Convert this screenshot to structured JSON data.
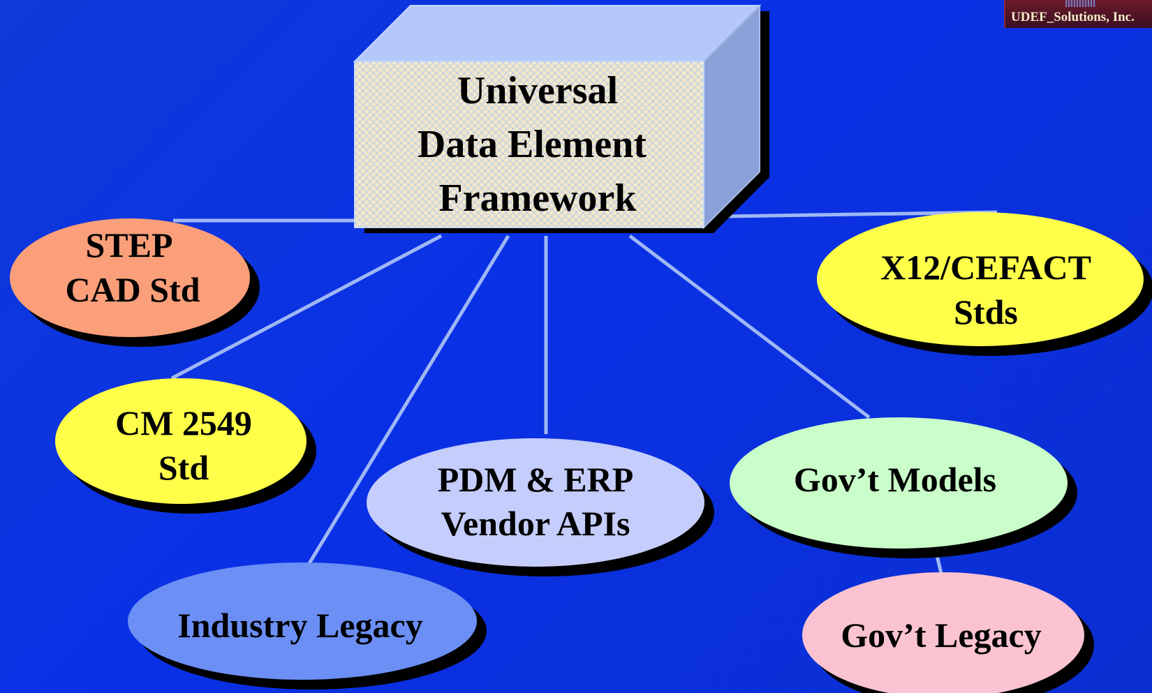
{
  "brand": {
    "label": "UDEF_Solutions, Inc."
  },
  "center": {
    "lines": [
      "Universal",
      "Data Element",
      "Framework"
    ]
  },
  "nodes": [
    {
      "id": "step-cad-std",
      "lines": [
        "STEP",
        "CAD Std"
      ],
      "color": "#fa9f7a"
    },
    {
      "id": "cm-2549-std",
      "lines": [
        "CM 2549",
        "Std"
      ],
      "color": "#ffff4a"
    },
    {
      "id": "industry-legacy",
      "lines": [
        "Industry Legacy"
      ],
      "color": "#6b8ff5"
    },
    {
      "id": "pdm-erp-vendor-apis",
      "lines": [
        "PDM & ERP",
        "Vendor APIs"
      ],
      "color": "#c4cdfb"
    },
    {
      "id": "govt-models",
      "lines": [
        "Gov’t Models"
      ],
      "color": "#c9fdc9"
    },
    {
      "id": "x12-cefact-stds",
      "lines": [
        "X12/CEFACT",
        "Stds"
      ],
      "color": "#ffff4a"
    },
    {
      "id": "govt-legacy",
      "lines": [
        "Gov’t Legacy"
      ],
      "color": "#fbc3d1"
    }
  ],
  "colors": {
    "connector": "#9fb8f5",
    "box_front": "#f3e9c8",
    "box_top": "#b4c9f9",
    "box_side": "#8aa0d6",
    "shadow": "#000000"
  }
}
